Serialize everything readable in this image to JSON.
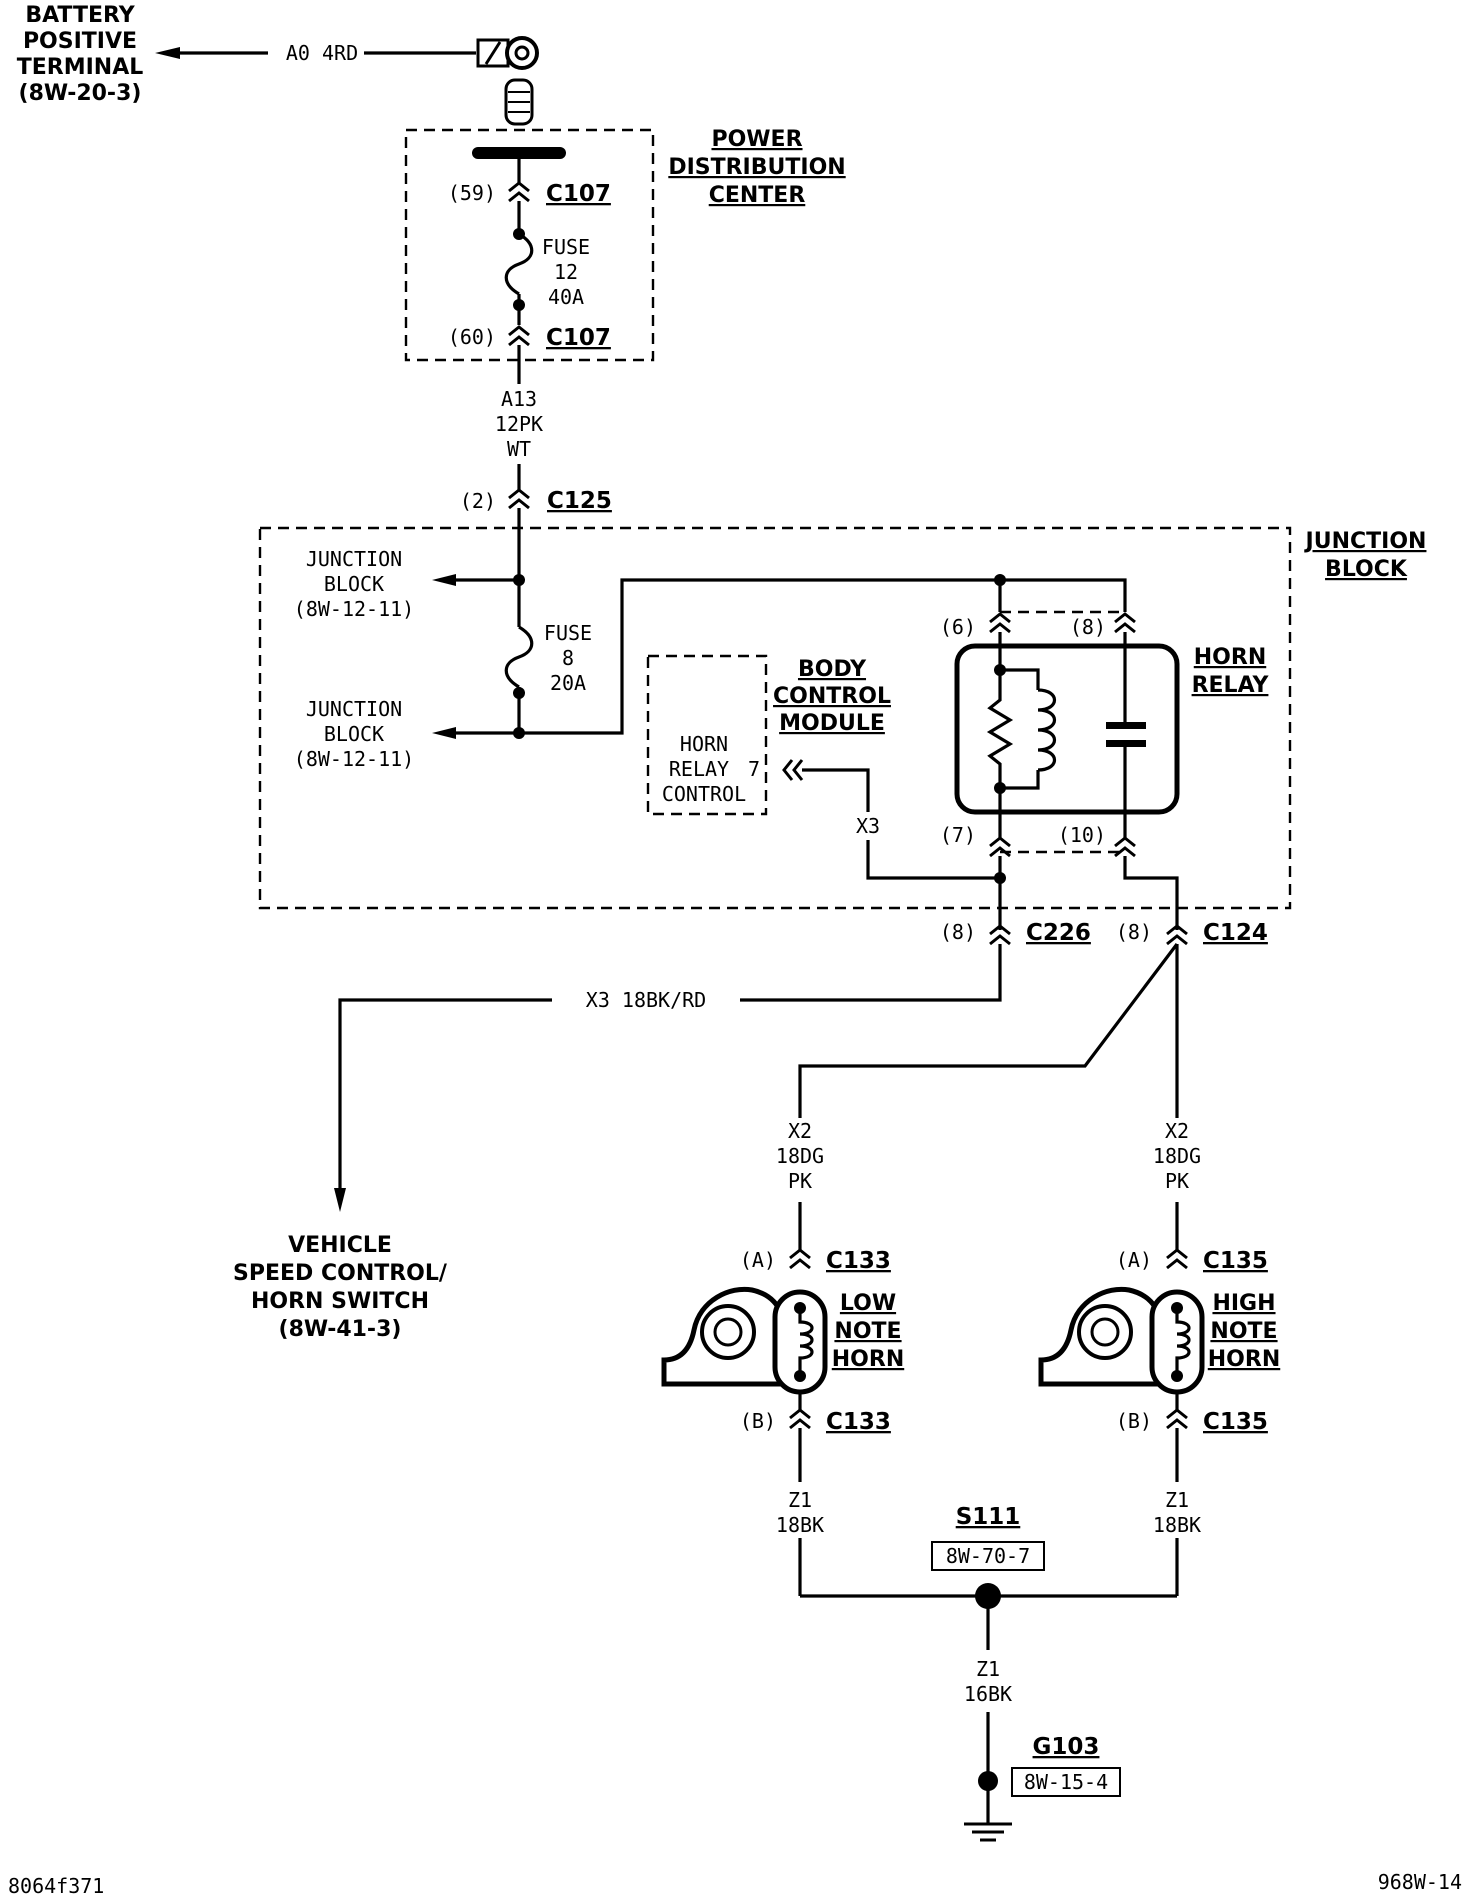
{
  "battery": {
    "line1": "BATTERY",
    "line2": "POSITIVE",
    "line3": "TERMINAL",
    "ref": "(8W-20-3)",
    "wire": "A0 4RD"
  },
  "pdc": {
    "line1": "POWER",
    "line2": "DISTRIBUTION",
    "line3": "CENTER",
    "pin_in": "(59)",
    "pin_out": "(60)",
    "conn": "C107",
    "fuse_label": "FUSE",
    "fuse_num": "12",
    "fuse_rating": "40A"
  },
  "wire_a13": {
    "circuit": "A13",
    "gauge_color": "12PK",
    "tracer": "WT"
  },
  "c125": {
    "pin": "(2)",
    "name": "C125"
  },
  "jb": {
    "line1": "JUNCTION",
    "line2": "BLOCK",
    "ref_label1": "JUNCTION",
    "ref_label2": "BLOCK",
    "ref": "(8W-12-11)",
    "fuse_label": "FUSE",
    "fuse_num": "8",
    "fuse_rating": "20A"
  },
  "bcm": {
    "title1": "BODY",
    "title2": "CONTROL",
    "title3": "MODULE",
    "text1": "HORN",
    "text2": "RELAY",
    "text3": "CONTROL",
    "pin": "7",
    "wire": "X3"
  },
  "relay": {
    "title1": "HORN",
    "title2": "RELAY",
    "pin6": "(6)",
    "pin8": "(8)",
    "pin7": "(7)",
    "pin10": "(10)"
  },
  "c226": {
    "pin": "(8)",
    "name": "C226"
  },
  "c124": {
    "pin": "(8)",
    "name": "C124"
  },
  "wire_x3": "X3 18BK/RD",
  "speed_control": {
    "line1": "VEHICLE",
    "line2": "SPEED CONTROL/",
    "line3": "HORN SWITCH",
    "ref": "(8W-41-3)"
  },
  "low_horn": {
    "wire1": "X2",
    "wire2": "18DG",
    "wire3": "PK",
    "pin_a": "(A)",
    "pin_b": "(B)",
    "conn": "C133",
    "title1": "LOW",
    "title2": "NOTE",
    "title3": "HORN",
    "gnd1": "Z1",
    "gnd2": "18BK"
  },
  "high_horn": {
    "wire1": "X2",
    "wire2": "18DG",
    "wire3": "PK",
    "pin_a": "(A)",
    "pin_b": "(B)",
    "conn": "C135",
    "title1": "HIGH",
    "title2": "NOTE",
    "title3": "HORN",
    "gnd1": "Z1",
    "gnd2": "18BK"
  },
  "splice": {
    "name": "S111",
    "ref": "8W-70-7"
  },
  "ground_wire": {
    "circuit": "Z1",
    "gauge_color": "16BK"
  },
  "ground": {
    "name": "G103",
    "ref": "8W-15-4"
  },
  "footer": {
    "left": "8064f371",
    "right": "968W-14"
  }
}
